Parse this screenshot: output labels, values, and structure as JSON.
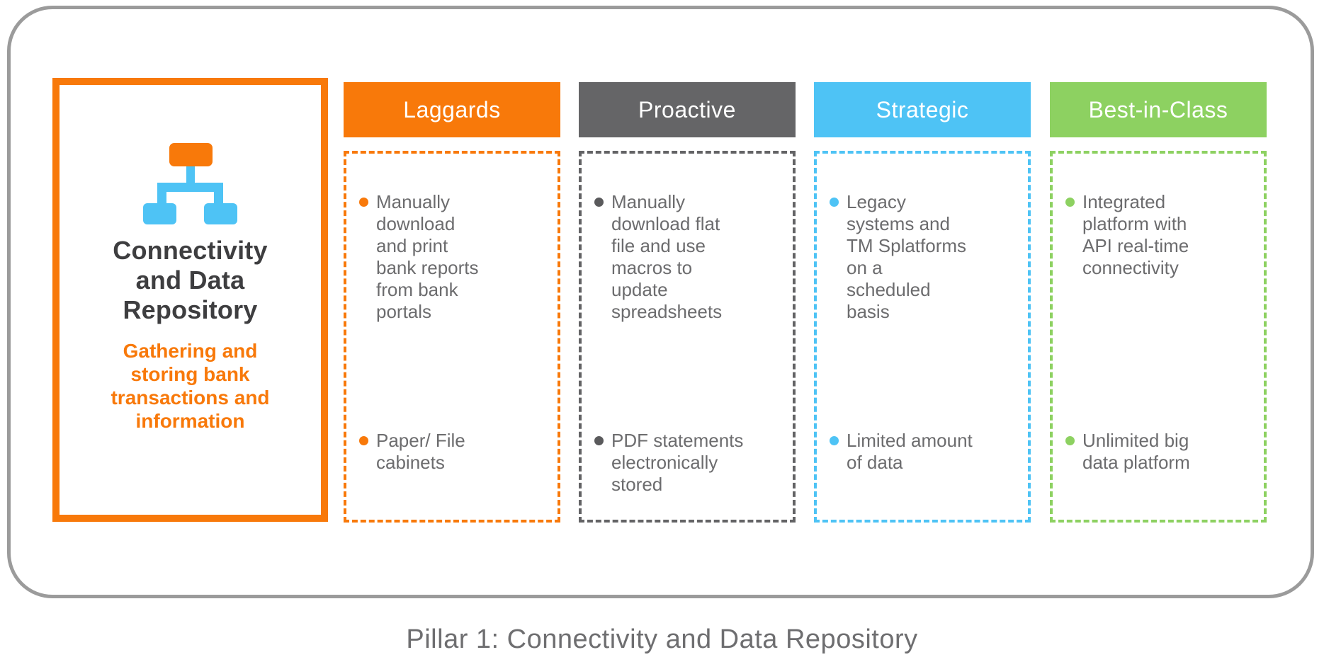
{
  "pillar_card": {
    "icon": "hierarchy-sitemap-icon",
    "title": "Connectivity\nand Data\nRepository",
    "subtitle": "Gathering and\nstoring bank\ntransactions and\ninformation"
  },
  "columns": [
    {
      "header": "Laggards",
      "color": "#F8790A",
      "bullets": [
        "Manually\ndownload\nand print\nbank reports\nfrom bank\nportals",
        "Paper/ File\ncabinets"
      ]
    },
    {
      "header": "Proactive",
      "color": "#656567",
      "bullets": [
        "Manually\ndownload flat\nfile and use\nmacros to\nupdate\nspreadsheets",
        "PDF statements\nelectronically\nstored"
      ]
    },
    {
      "header": "Strategic",
      "color": "#4EC3F5",
      "bullets": [
        "Legacy\nsystems and\nTM Splatforms\non a\nscheduled\nbasis",
        "Limited amount\nof data"
      ]
    },
    {
      "header": "Best-in-Class",
      "color": "#8DD161",
      "bullets": [
        "Integrated\nplatform with\nAPI real-time\nconnectivity",
        "Unlimited big\ndata platform"
      ]
    }
  ],
  "caption": "Pillar 1: Connectivity and Data Repository",
  "palette": {
    "orange": "#F8790A",
    "dark_gray": "#656567",
    "blue": "#4EC3F5",
    "green": "#8DD161",
    "body_text": "#6C6C6E",
    "title_text": "#3E3E40",
    "frame_border": "#9B9B9B"
  }
}
